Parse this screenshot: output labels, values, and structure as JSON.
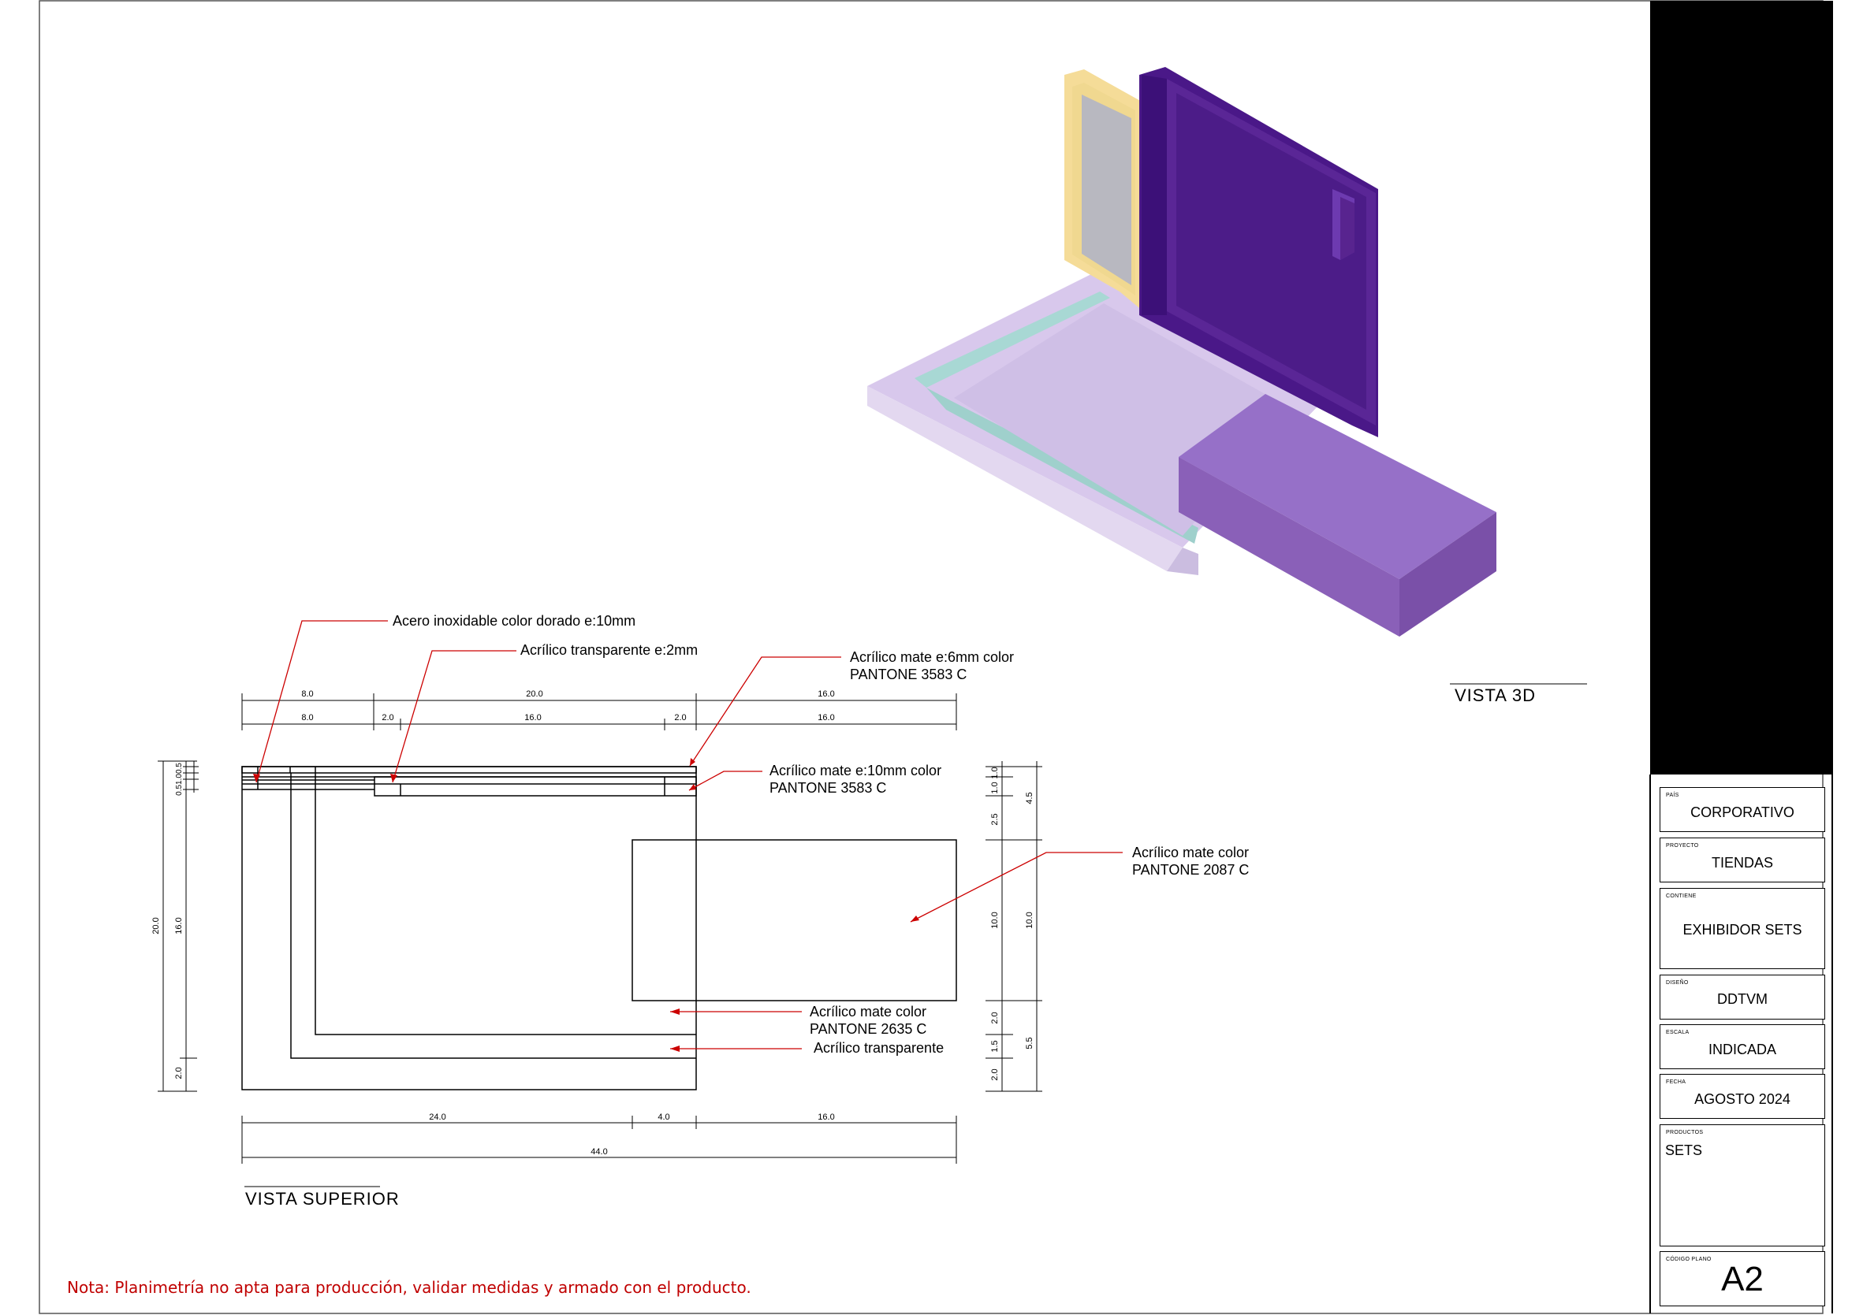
{
  "views": {
    "vista_3d": "VISTA 3D",
    "vista_superior": "VISTA SUPERIOR"
  },
  "callouts": {
    "acero": "Acero inoxidable color dorado e:10mm",
    "acrilico_2mm": "Acrílico transparente e:2mm",
    "acrilico_6mm_l1": "Acrílico mate e:6mm color",
    "acrilico_6mm_l2": "PANTONE 3583 C",
    "acrilico_10mm_l1": "Acrílico mate e:10mm color",
    "acrilico_10mm_l2": "PANTONE 3583 C",
    "p2087_l1": "Acrílico mate color",
    "p2087_l2": "PANTONE 2087 C",
    "p2635_l1": "Acrílico mate color",
    "p2635_l2": "PANTONE 2635 C",
    "acrilico_transp": "Acrílico transparente"
  },
  "dimensions": {
    "top1": [
      "8.0",
      "20.0",
      "16.0"
    ],
    "top2": [
      "8.0",
      "2.0",
      "16.0",
      "2.0",
      "16.0"
    ],
    "bottom1": [
      "24.0",
      "4.0",
      "16.0"
    ],
    "bottom2": "44.0",
    "left_outer": "20.0",
    "left_inner": "16.0",
    "left_small": "2.0",
    "left_top": "0.51.00.5",
    "right1": [
      "1.0",
      "1.0",
      "2.5",
      "10.0",
      "2.0",
      "1.5",
      "2.0"
    ],
    "right2": [
      "4.5",
      "10.0",
      "5.5"
    ]
  },
  "title_block": {
    "pais_label": "PAÍS",
    "pais": "CORPORATIVO",
    "proyecto_label": "PROYECTO",
    "proyecto": "TIENDAS",
    "contiene_label": "CONTIENE",
    "contiene": "EXHIBIDOR SETS",
    "diseno_label": "DISEÑO",
    "diseno": "DDTVM",
    "escala_label": "ESCALA",
    "escala": "INDICADA",
    "fecha_label": "FECHA",
    "fecha": "AGOSTO 2024",
    "productos_label": "PRODUCTOS",
    "productos": "SETS",
    "codigo_label": "CÓDIGO PLANO",
    "codigo": "A2"
  },
  "note": "Nota: Planimetría no apta para producción, validar medidas y armado con el producto.",
  "colors": {
    "callout_red": "#cc0000",
    "purple_dark": "#5a1e96",
    "purple_block": "#8a60b8",
    "lilac_base": "#d8c8ec",
    "gold_frame": "#f0d890",
    "glass": "#a8d8d4"
  }
}
